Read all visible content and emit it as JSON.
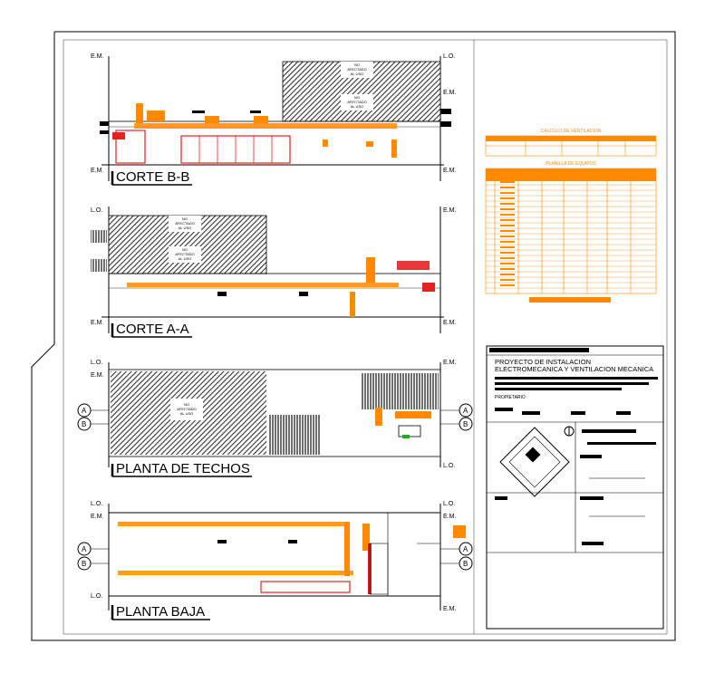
{
  "sheet": {
    "views": [
      {
        "title": "CORTE B-B",
        "left_marks": [
          "E.M.",
          "E.M."
        ],
        "right_marks": [
          "L.O.",
          "E.M.",
          "E.M."
        ]
      },
      {
        "title": "CORTE A-A",
        "left_marks": [
          "L.O.",
          "E.M."
        ],
        "right_marks": [
          "E.M.",
          "E.M."
        ]
      },
      {
        "title": "PLANTA DE TECHOS",
        "left_marks": [
          "L.O.",
          "E.M."
        ],
        "right_marks": [
          "E.M.",
          "L.O."
        ]
      },
      {
        "title": "PLANTA BAJA",
        "left_marks": [
          "L.O.",
          "E.M.",
          "L.O."
        ],
        "right_marks": [
          "L.O.",
          "E.M.",
          "E.M."
        ]
      }
    ],
    "axis_markers": [
      "A",
      "B"
    ],
    "roof_note": [
      "NO",
      "AFECTADO",
      "AL USO"
    ]
  },
  "tables": {
    "ventilation_title": "CALCULO DE VENTILACION",
    "equipment_title": "PLANILLA DE EQUIPOS"
  },
  "title_block": {
    "project_line1": "PROYECTO DE INSTALACION",
    "project_line2": "ELECTROMECANICA Y VENTILACION MECANICA",
    "owner_label": "PROPIETARIO :"
  },
  "colors": {
    "hatch": "#333333",
    "mechanical": "#ff8a00",
    "electrical": "#e32222",
    "linework": "#000000",
    "accent_green": "#22aa22"
  }
}
